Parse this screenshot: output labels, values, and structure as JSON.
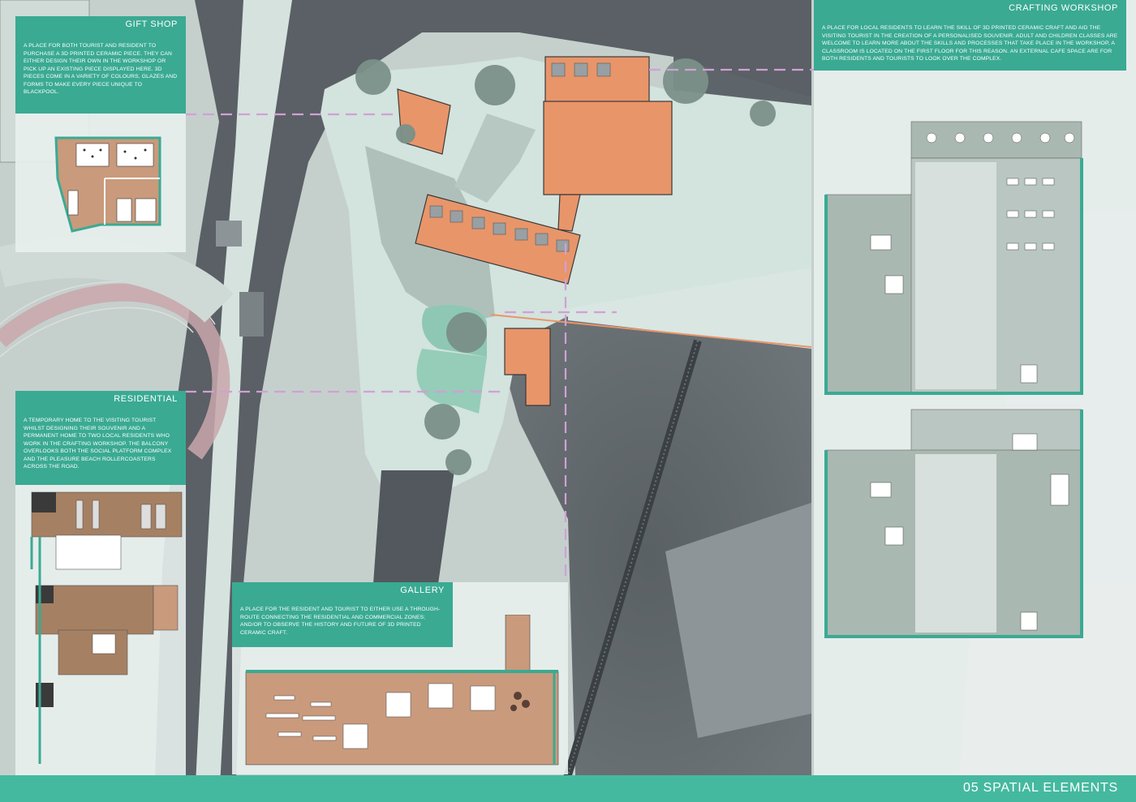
{
  "sections": {
    "gift_shop": {
      "title": "GIFT SHOP",
      "text": "A PLACE FOR BOTH TOURIST AND RESIDENT TO PURCHASE A 3D PRINTED CERAMIC PIECE. THEY CAN EITHER DESIGN THEIR OWN IN THE WORKSHOP OR PICK UP AN EXISTING PIECE DISPLAYED HERE. 3D PIECES COME IN A VARIETY OF COLOURS, GLAZES AND FORMS TO MAKE EVERY PIECE UNIQUE TO BLACKPOOL."
    },
    "residential": {
      "title": "RESIDENTIAL",
      "text": "A TEMPORARY HOME TO THE VISITING TOURIST WHILST DESIGNING THEIR SOUVENIR AND A PERMANENT HOME TO TWO LOCAL RESIDENTS WHO WORK IN THE CRAFTING WORKSHOP. THE BALCONY OVERLOOKS BOTH THE SOCIAL PLATFORM COMPLEX AND THE PLEASURE BEACH ROLLERCOASTERS ACROSS THE ROAD."
    },
    "gallery": {
      "title": "GALLERY",
      "text": "A PLACE FOR THE RESIDENT AND TOURIST TO EITHER USE A THROUGH-ROUTE CONNECTING THE RESIDENTIAL AND COMMERCIAL ZONES; AND/OR TO OBSERVE THE HISTORY AND FUTURE OF 3D PRINTED CERAMIC CRAFT."
    },
    "crafting_workshop": {
      "title": "CRAFTING WORKSHOP",
      "text": "A PLACE FOR LOCAL RESIDENTS TO LEARN THE SKILL OF 3D PRINTED CERAMIC CRAFT AND AID THE VISITING TOURIST IN THE CREATION OF A PERSONALISED SOUVENIR. ADULT AND CHILDREN CLASSES ARE WELCOME TO LEARN MORE ABOUT THE SKILLS AND PROCESSES THAT TAKE PLACE IN THE WORKSHOP, A CLASSROOM IS LOCATED ON THE FIRST FLOOR FOR THIS REASON. AN EXTERNAL CAFE SPACE ARE FOR BOTH RESIDENTS AND TOURISTS TO LOOK OVER THE COMPLEX."
    }
  },
  "footer": {
    "title": "05 SPATIAL ELEMENTS"
  },
  "colors": {
    "accent": "#3aaa93",
    "footer": "#45b99f",
    "building": "#e8956a",
    "floor_wood": "#c99a7c",
    "road": "#5d6368",
    "ground": "#d5e3de",
    "link_dash": "#d29fd6"
  }
}
